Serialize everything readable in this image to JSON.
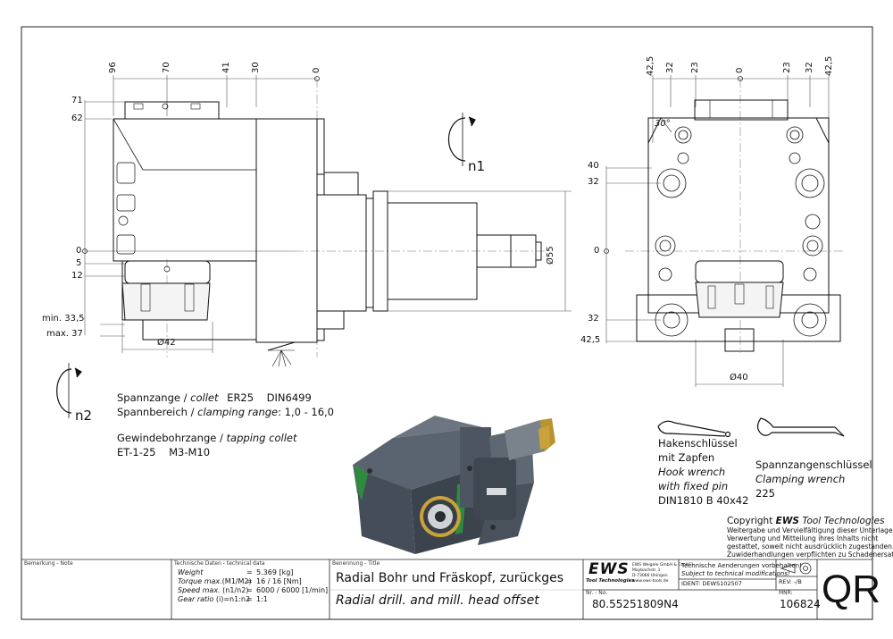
{
  "front_view": {
    "top_dims": [
      "96",
      "70",
      "41",
      "30",
      "0"
    ],
    "left_dims": [
      "71",
      "62",
      "0",
      "5",
      "12",
      "min. 33,5",
      "max. 37"
    ],
    "diameter_55": "Ø55",
    "diameter_42": "Ø42",
    "rotation_n1": "n1",
    "rotation_n2": "n2"
  },
  "side_view": {
    "top_dims": [
      "42,5",
      "32",
      "23",
      "0",
      "23",
      "32",
      "42,5"
    ],
    "left_dims": [
      "40",
      "32",
      "0",
      "32",
      "42,5"
    ],
    "angle": "30°",
    "diameter_40": "Ø40"
  },
  "notes": {
    "collet_line1_de": "Spannzange /",
    "collet_line1_en": "collet",
    "collet_line1_val": "ER25    DIN6499",
    "clamp_range_de": "Spannbereich /",
    "clamp_range_en": "clamping range",
    "clamp_range_val": ": 1,0 - 16,0",
    "tapping_de": "Gewindebohrzange /",
    "tapping_en": "tapping collet",
    "tapping_val": "ET-1-25    M3-M10"
  },
  "hook_wrench": {
    "de1": "Hakenschlüssel",
    "de2": "mit Zapfen",
    "en1": "Hook wrench",
    "en2": "with fixed pin",
    "spec": "DIN1810 B 40x42"
  },
  "clamping_wrench": {
    "de": "Spannzangenschlüssel",
    "en": "Clamping wrench",
    "spec": "225"
  },
  "copyright": {
    "prefix": "Copyright",
    "brand": "EWS",
    "suffix": "Tool Technologies",
    "line1": "Weitergabe und Vervielfältigung dieser Unterlage,",
    "line2": "Verwertung und Mitteilung ihres Inhalts nicht",
    "line3": "gestattet, soweit nicht ausdrücklich zugestanden.",
    "line4": "Zuwiderhandlungen verpflichten zu Schadenersatz."
  },
  "title_block": {
    "remark_label": "Bemerkung - Note",
    "tech_label": "Technische Daten - technical data",
    "weight_label": "Weight",
    "weight_val": "5.369 [kg]",
    "torque_label": "Torque max.",
    "torque_sub": "(M1/M2)",
    "torque_val": "16 / 16 [Nm]",
    "speed_label": "Speed max.",
    "speed_sub": "(n1/n2)",
    "speed_val": "6000 / 6000 [1/min]",
    "gear_label": "Gear ratio",
    "gear_sub": "(i)=n1:n2",
    "gear_val": "1:1",
    "eq": "=",
    "designation_label": "Benennung - Title",
    "title_de": "Radial Bohr und Fräskopf, zurückges",
    "title_en": "Radial drill. and mill. head offset",
    "logo": "EWS",
    "logo_sub": "Tool Technologies",
    "company_1": "EWS Weigele GmbH & Co. KG",
    "company_2": "Maybachstr. 1",
    "company_3": "D-73066 Uhingen",
    "company_4": "www.ews-tools.de",
    "no_label": "Nr. - No.",
    "part_no": "80.55251809N4",
    "change_de": "Technische Aenderungen vorbehalten!",
    "change_en": "Subject to technical modifications!",
    "ident_label": "IDENT:",
    "ident_val": "DEWS102507",
    "rev_label": "REV:",
    "rev_val": "-/B",
    "mnr_label": "MNR:",
    "mnr_val": "106824",
    "qr": "QR"
  }
}
